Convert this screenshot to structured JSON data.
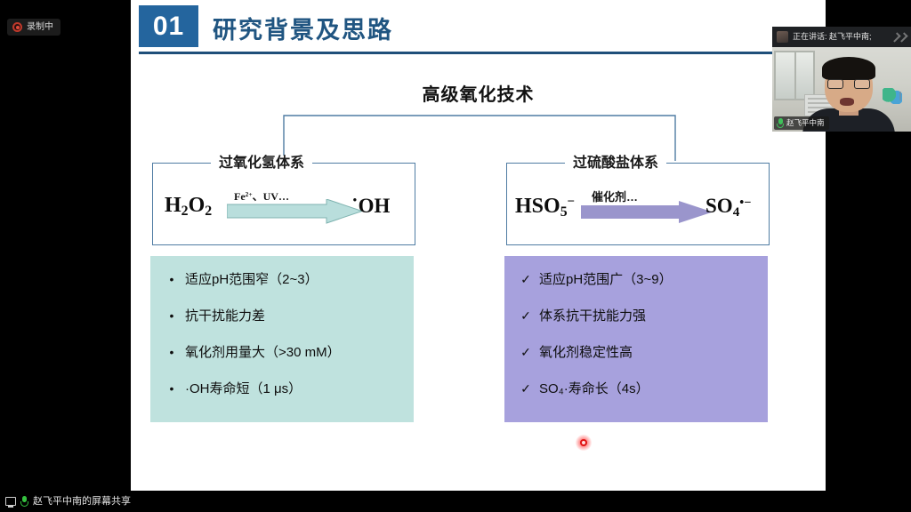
{
  "meeting": {
    "recording_badge": {
      "icon": "record-dot-icon",
      "label": "录制中"
    },
    "video_tile": {
      "speaking_label": "正在讲话: 赵飞平中南;",
      "participant_name": "赵飞平中南",
      "mic_icon": "microphone-icon",
      "expand_icon": "chevron-right-icon",
      "avatar_icon": "participant-thumbnail"
    },
    "taskbar": {
      "share_icon": "screen-share-icon",
      "mic_icon": "microphone-icon",
      "label": "赵飞平中南的屏幕共享"
    },
    "laser_pointer": "laser-pointer-dot"
  },
  "slide": {
    "header": {
      "number": "01",
      "title": "研究背景及思路"
    },
    "root_title": "高级氧化技术",
    "systems": [
      {
        "label": "过氧化氢体系",
        "reactant": "H₂O₂",
        "reactant_formula": {
          "base1": "H",
          "sub1": "2",
          "base2": "O",
          "sub2": "2"
        },
        "condition": "Fe2+、UV…",
        "condition_base": "Fe",
        "condition_sup": "2+",
        "condition_rest": "、UV…",
        "product": "·OH",
        "arrow_color": "#b9dedc",
        "panel_color": "#bfe2de",
        "bullet_mark": "•",
        "features": [
          "适应pH范围窄（2~3）",
          "抗干扰能力差",
          "氧化剂用量大（>30 mM）",
          "·OH寿命短（1 μs）"
        ]
      },
      {
        "label": "过硫酸盐体系",
        "reactant": "HSO₅⁻",
        "reactant_formula": {
          "base1": "HSO",
          "sub1": "5",
          "sup1": "−"
        },
        "condition": "催化剂…",
        "product": "SO₄•⁻",
        "product_formula": {
          "base1": "SO",
          "sub1": "4",
          "sup1": "•−"
        },
        "arrow_color": "#9a95cc",
        "panel_color": "#a7a1dd",
        "bullet_mark": "✓",
        "features": [
          "适应pH范围广（3~9）",
          "体系抗干扰能力强",
          "氧化剂稳定性高",
          "SO₄·寿命长（4s）"
        ]
      }
    ],
    "colors": {
      "header_blue": "#24659e",
      "title_blue": "#205581",
      "rule_blue": "#1f4f7a",
      "box_border": "#4f7ca3",
      "left_panel": "#bfe2de",
      "right_panel": "#a7a1dd"
    }
  }
}
